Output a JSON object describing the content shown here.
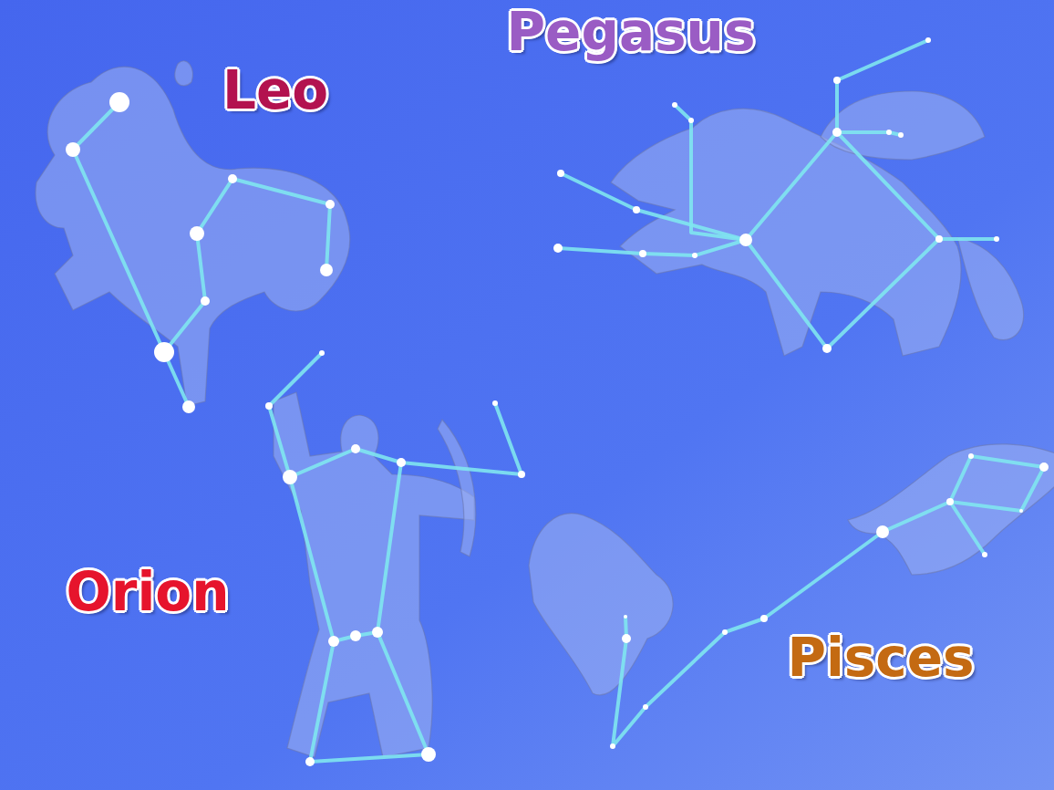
{
  "diagram": {
    "labels": [
      "Leo",
      "Pegasus",
      "Orion",
      "Pisces"
    ]
  }
}
